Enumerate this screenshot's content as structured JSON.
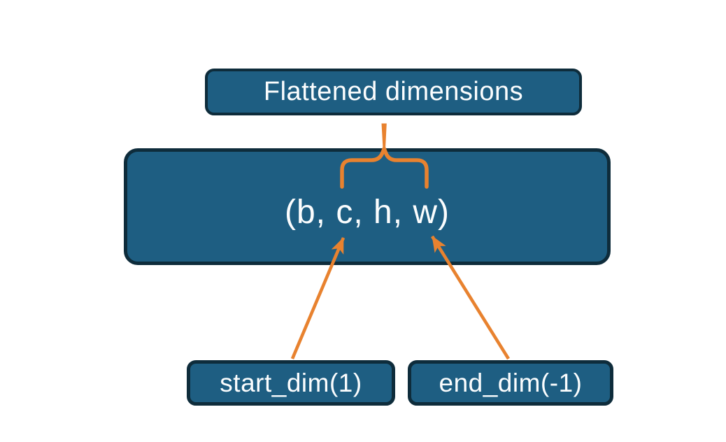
{
  "diagram": {
    "title_box": {
      "label": "Flattened dimensions"
    },
    "tensor_box": {
      "label": "(b, c, h, w)"
    },
    "start_box": {
      "label": "start_dim(1)"
    },
    "end_box": {
      "label": "end_dim(-1)"
    },
    "colors": {
      "box_fill": "#1E5E82",
      "box_border": "#0E2C3B",
      "arrow": "#E8822F",
      "text": "#FBFDFE",
      "background": "#FFFFFF"
    }
  }
}
